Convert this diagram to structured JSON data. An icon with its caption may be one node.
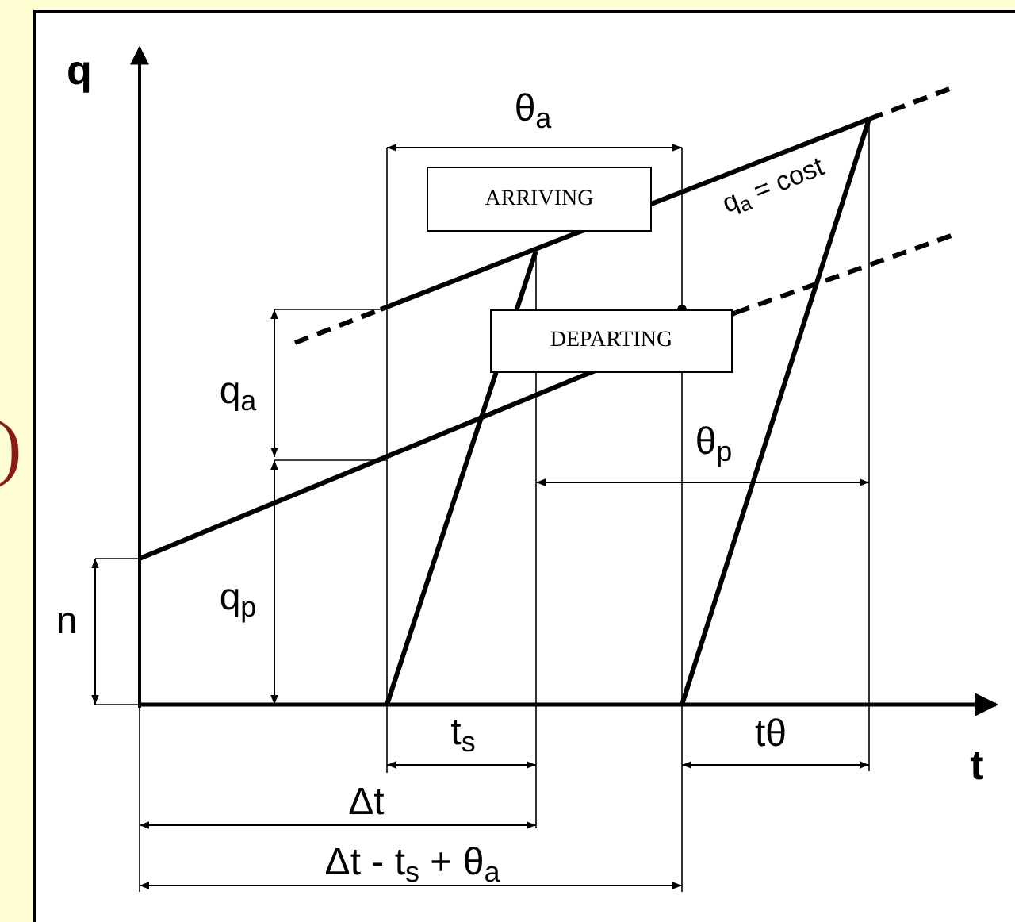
{
  "diagram": {
    "nodes": [
      {
        "text": [
          "ARRIVING"
        ]
      },
      {
        "text": [
          "DEPARTING"
        ]
      }
    ],
    "edges": [],
    "labels": [
      ")",
      "q",
      "θ$_{a}$",
      "q$_{a}$ = cost",
      "q$_{a}$",
      "θ$_{p}$",
      "q$_{p}$",
      "n",
      "t$_{s}$",
      "tθ",
      "t",
      "Δt",
      "Δt - t$_{s}$ + θ$_{a}$"
    ]
  }
}
